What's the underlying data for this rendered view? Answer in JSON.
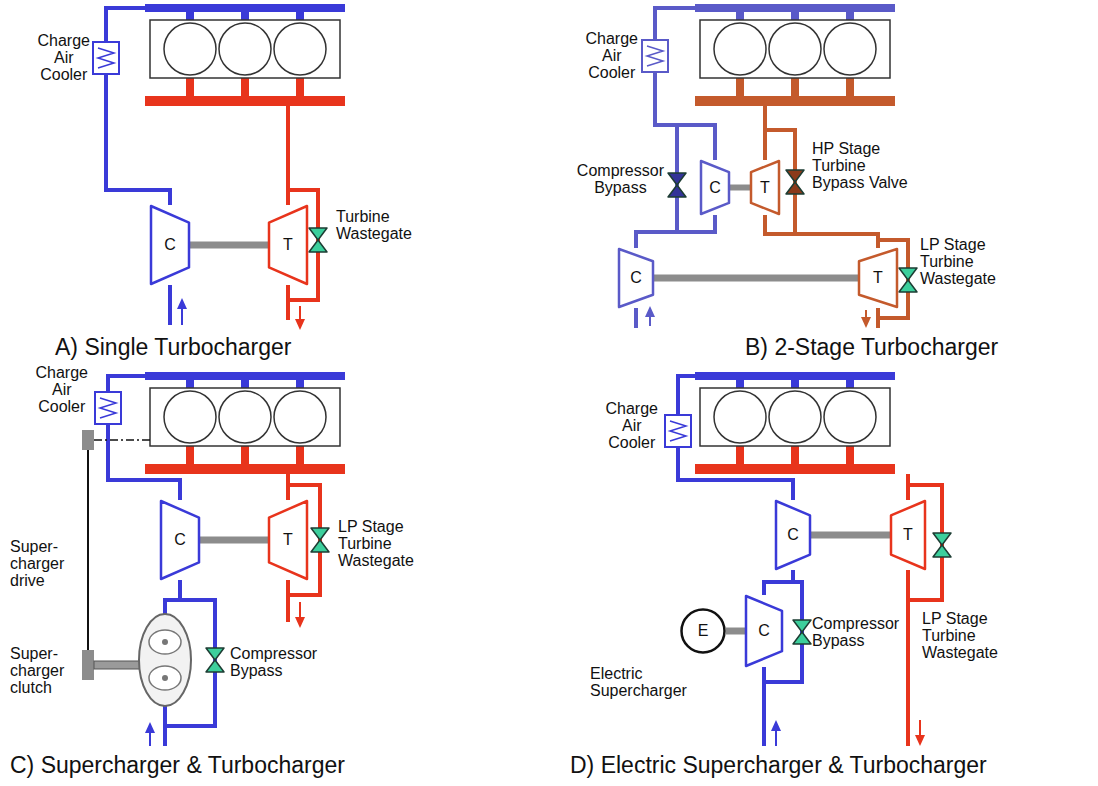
{
  "diagram": {
    "nodes": [
      {
        "text": [
          "C"
        ]
      },
      {
        "text": [
          "T"
        ]
      },
      {
        "text": [
          "C"
        ]
      },
      {
        "text": [
          "T"
        ]
      },
      {
        "text": [
          "C"
        ]
      },
      {
        "text": [
          "T"
        ]
      },
      {
        "text": [
          "C"
        ]
      },
      {
        "text": [
          "T"
        ]
      },
      {
        "text": [
          "C"
        ]
      },
      {
        "text": [
          "T"
        ]
      },
      {
        "text": [
          "E"
        ]
      },
      {
        "text": [
          "C"
        ]
      }
    ],
    "edges": [
      {
        "from": 0,
        "to": 1,
        "arrow": "none"
      },
      {
        "from": 2,
        "to": 3,
        "arrow": "none"
      },
      {
        "from": 4,
        "to": 2,
        "arrow": "none"
      },
      {
        "from": 4,
        "to": 5,
        "arrow": "none"
      },
      {
        "from": 3,
        "to": 5,
        "arrow": "none"
      },
      {
        "from": 6,
        "to": 7,
        "arrow": "none"
      },
      {
        "from": 8,
        "to": 9,
        "arrow": "none"
      },
      {
        "from": 10,
        "to": 11,
        "arrow": "none"
      },
      {
        "from": 11,
        "to": 8,
        "arrow": "none"
      }
    ],
    "labels": [
      "Charge Air Cooler",
      "Turbine Wastegate",
      "A) Single Turbocharger",
      "Charge Air Cooler",
      "Compressor Bypass",
      "HP Stage Turbine Bypass Valve",
      "LP Stage Turbine Wastegate",
      "B) 2-Stage Turbocharger",
      "Charge Air Cooler",
      "Super- charger drive",
      "Super- charger clutch",
      "LP Stage Turbine Wastegate",
      "Compressor Bypass",
      "C) Supercharger & Turbocharger",
      "Charge Air Cooler",
      "Compressor Bypass",
      "LP Stage Turbine Wastegate",
      "Electric Supercharger",
      "D) Electric Supercharger & Turbocharger"
    ]
  }
}
